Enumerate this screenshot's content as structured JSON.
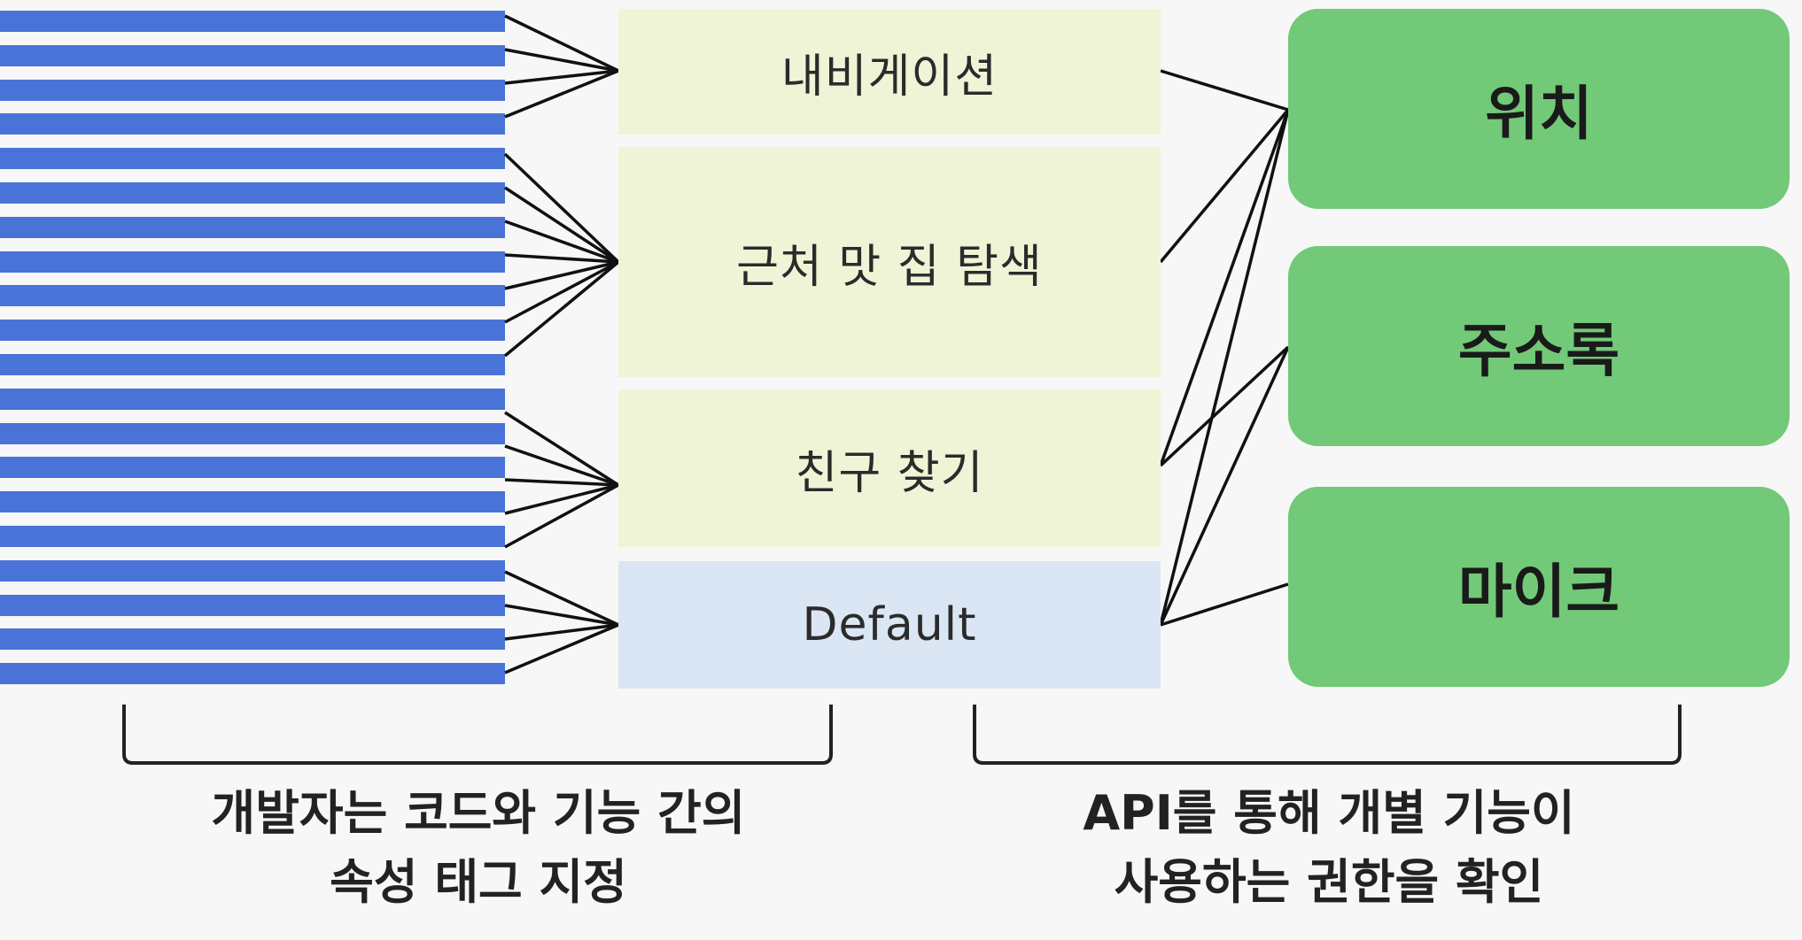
{
  "stripe_color": "#4a73d8",
  "features": [
    {
      "id": "navigation",
      "label": "내비게이션",
      "color": "#eff4d6"
    },
    {
      "id": "nearby-food",
      "label": "근처 맛 집 탐색",
      "color": "#eff4d6"
    },
    {
      "id": "find-friends",
      "label": "친구 찾기",
      "color": "#eff4d6"
    },
    {
      "id": "default",
      "label": "Default",
      "color": "#dae6f3"
    }
  ],
  "permissions": [
    {
      "id": "location",
      "label": "위치"
    },
    {
      "id": "contacts",
      "label": "주소록"
    },
    {
      "id": "microphone",
      "label": "마이크"
    }
  ],
  "permission_color": "#72c978",
  "captions": {
    "left": {
      "line1": "개발자는 코드와 기능 간의",
      "line2": "속성 태그 지정"
    },
    "right": {
      "line1": "API를 통해 개별 기능이",
      "line2": "사용하는 권한을 확인"
    }
  }
}
